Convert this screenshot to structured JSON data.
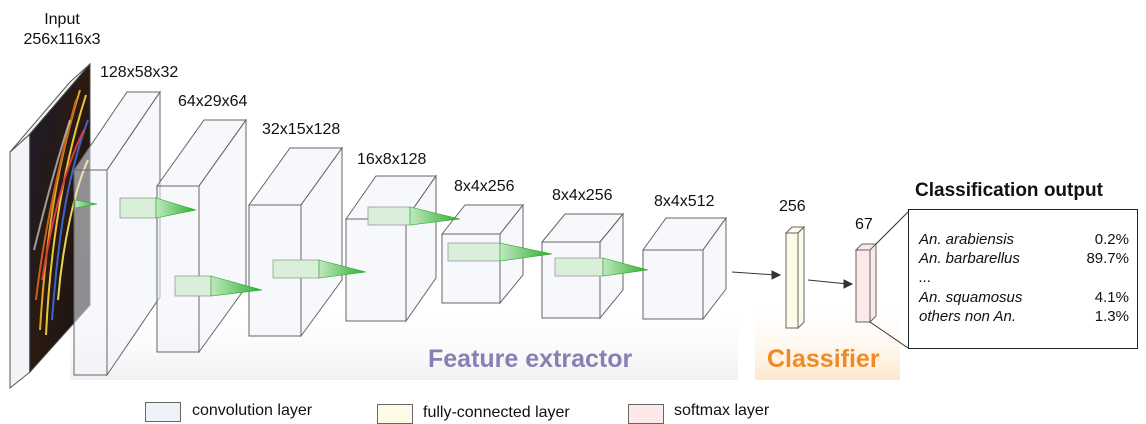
{
  "input": {
    "title": "Input",
    "dims": "256x116x3"
  },
  "layers": [
    {
      "dims": "128x58x32"
    },
    {
      "dims": "64x29x64"
    },
    {
      "dims": "32x15x128"
    },
    {
      "dims": "16x8x128"
    },
    {
      "dims": "8x4x256"
    },
    {
      "dims": "8x4x256"
    },
    {
      "dims": "8x4x512"
    }
  ],
  "fc_layer": {
    "dims": "256"
  },
  "softmax_layer": {
    "dims": "67"
  },
  "sections": {
    "feature_extractor": "Feature extractor",
    "classifier": "Classifier"
  },
  "output": {
    "title": "Classification output",
    "rows": [
      {
        "cls": "An. arabiensis",
        "pct": "0.2%"
      },
      {
        "cls": "An. barbarellus",
        "pct": "89.7%"
      },
      {
        "cls": "...",
        "pct": ""
      },
      {
        "cls": "An. squamosus",
        "pct": "4.1%"
      },
      {
        "cls": "others non An.",
        "pct": "1.3%"
      }
    ]
  },
  "legend": {
    "convolution": "convolution layer",
    "fully_connected": "fully-connected layer",
    "softmax": "softmax layer"
  },
  "colors": {
    "convolution": "#eef2f8",
    "fully_connected": "#fdfbe8",
    "softmax": "#fbe8e8",
    "kernel": "#5cc75c",
    "feature_label": "#8a7fb3",
    "classifier_label": "#f08a24",
    "classifier_bg": "#fdf0e0"
  }
}
